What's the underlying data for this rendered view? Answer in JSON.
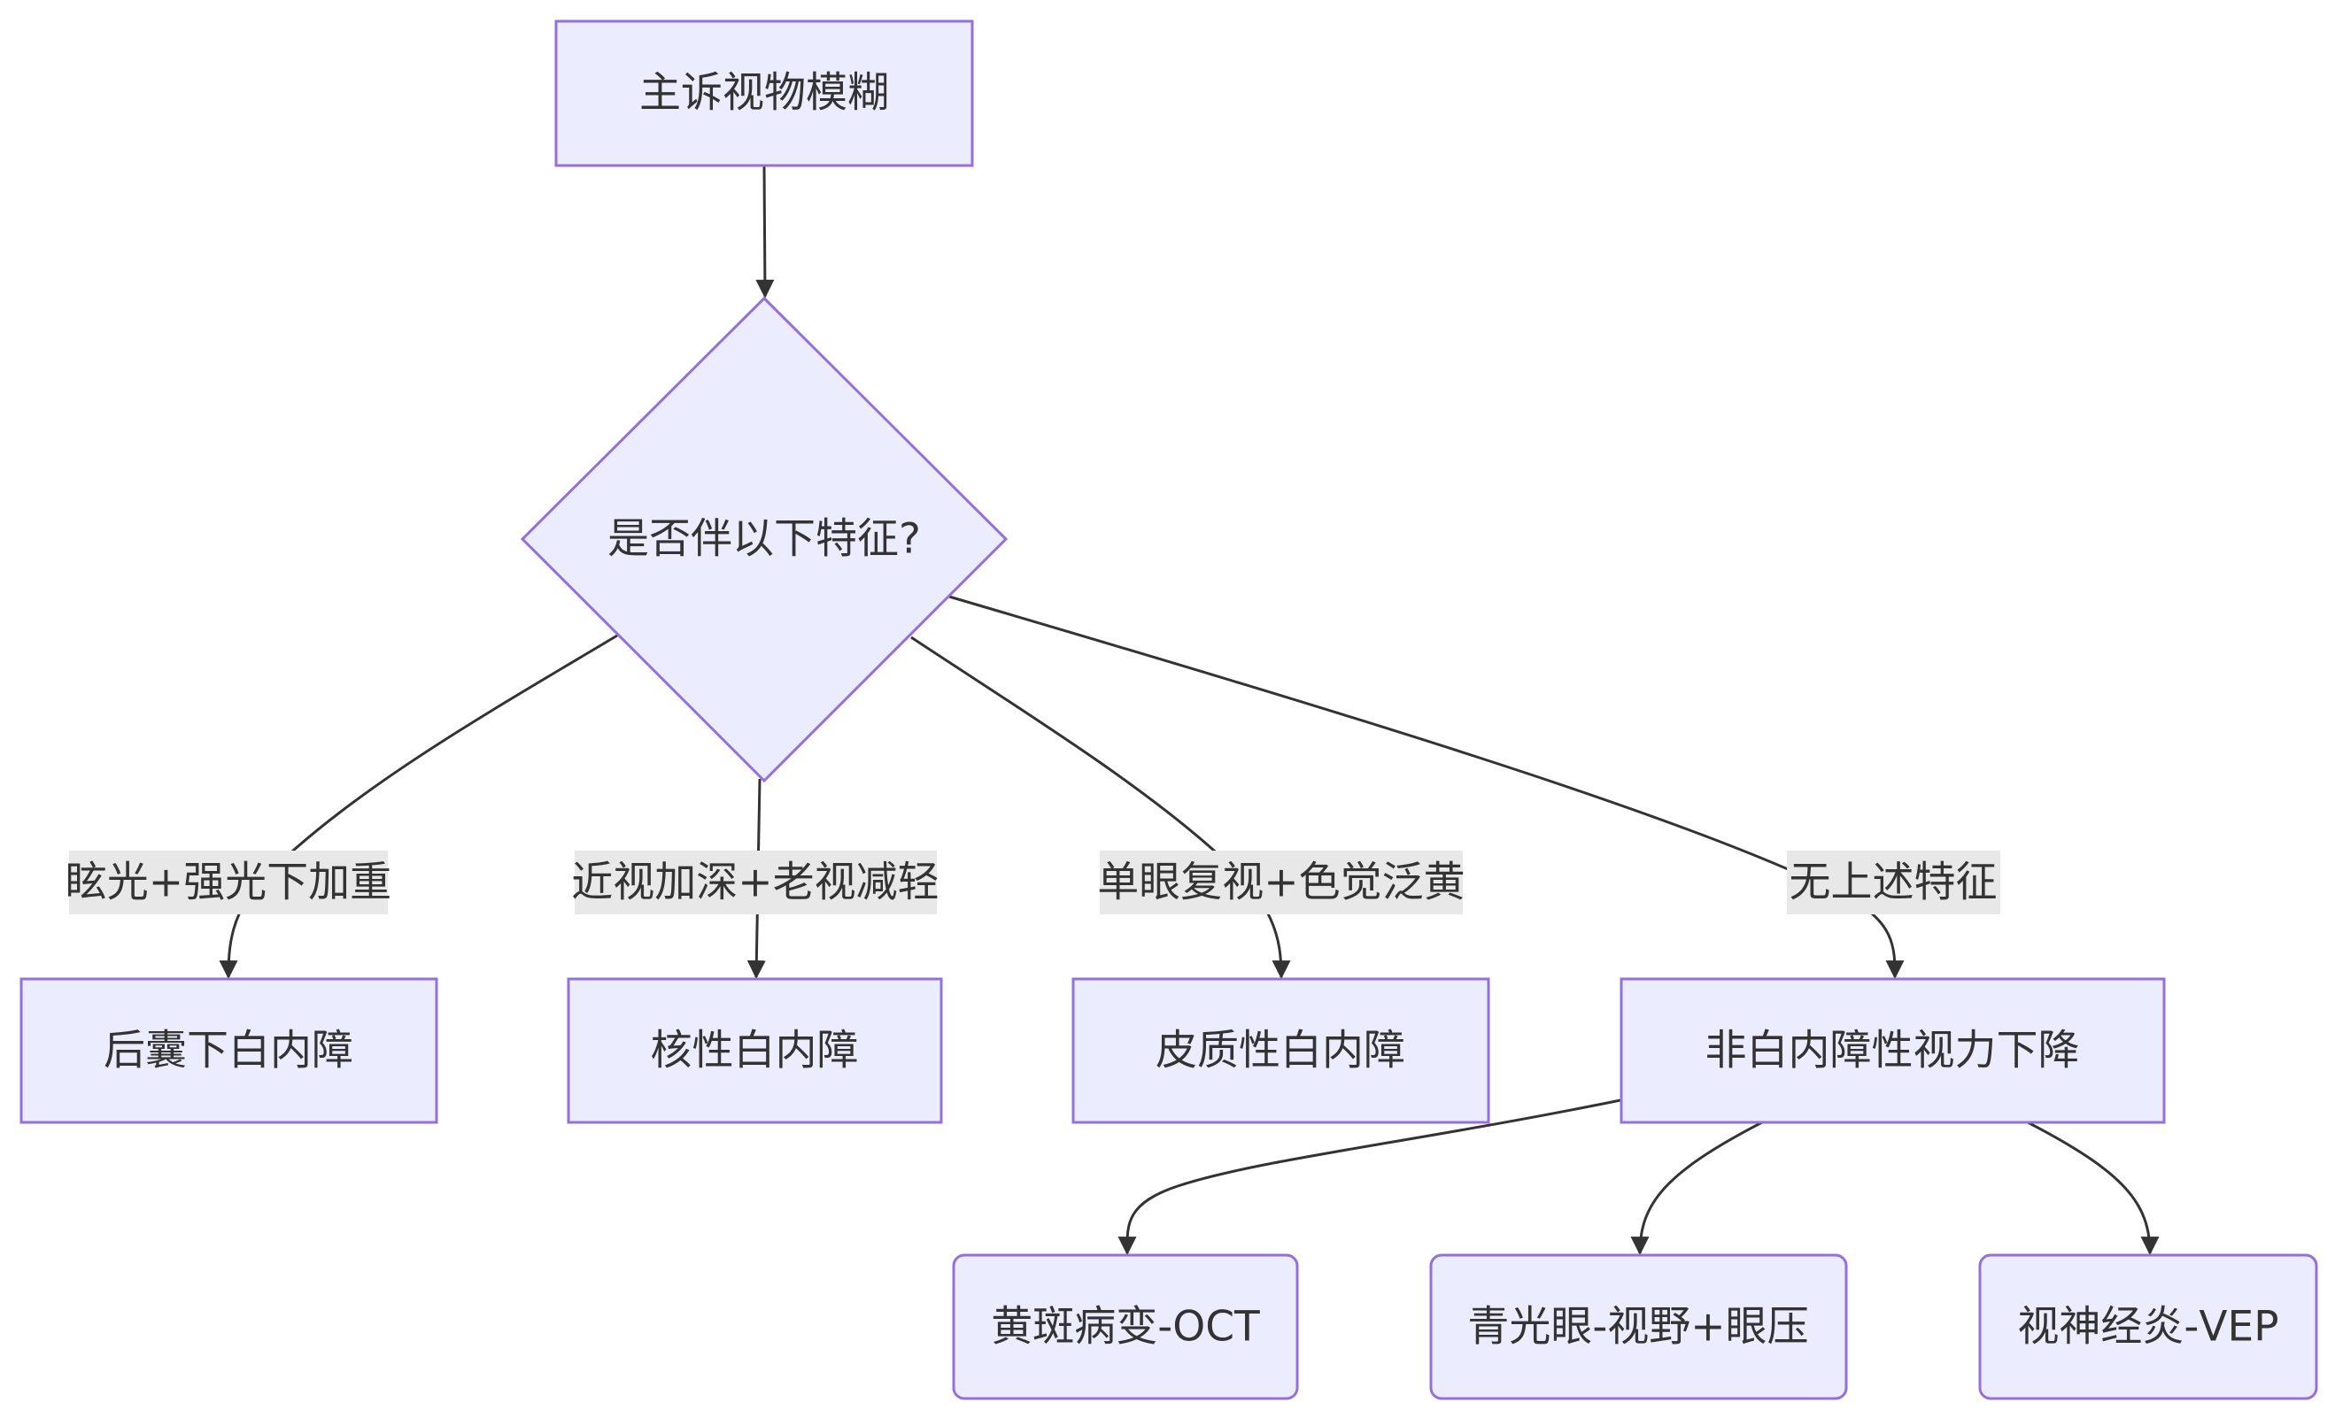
{
  "diagram": {
    "colors": {
      "node_fill": "#ececff",
      "node_stroke": "#9370db",
      "edge": "#333333",
      "edge_label_bg": "#e8e8e8",
      "text": "#333333"
    },
    "nodes": {
      "start": "主诉视物模糊",
      "decision": "是否伴以下特征?",
      "psc": "后囊下白内障",
      "nuclear": "核性白内障",
      "cortical": "皮质性白内障",
      "noncataract": "非白内障性视力下降",
      "macular": "黄斑病变-OCT",
      "glaucoma": "青光眼-视野+眼压",
      "optic": "视神经炎-VEP"
    },
    "edge_labels": {
      "to_psc": "眩光+强光下加重",
      "to_nuclear": "近视加深+老视减轻",
      "to_cortical": "单眼复视+色觉泛黄",
      "to_noncataract": "无上述特征"
    }
  }
}
